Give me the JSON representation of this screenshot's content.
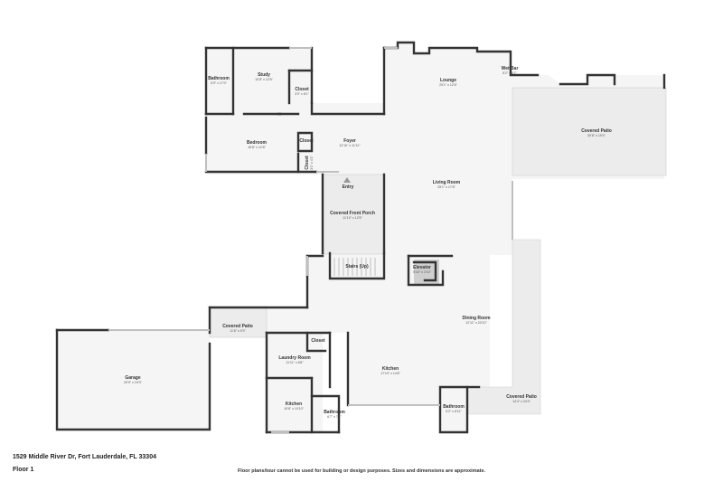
{
  "address": "1529 Middle River Dr, Fort Lauderdale, FL 33304",
  "floor_label": "Floor 1",
  "disclaimer": "Floor plans/tour cannot be used for building or design purposes. Sizes and dimensions are approximate.",
  "colors": {
    "wall": "#333333",
    "floor_fill": "#f5f5f5",
    "patio_fill": "#ececec",
    "elevator_fill": "#cfcfcf",
    "window": "#bfbfbf"
  },
  "rooms": [
    {
      "id": "bathroom-1",
      "name": "Bathroom",
      "dim": "5'0\" x 17'0\""
    },
    {
      "id": "study",
      "name": "Study",
      "dim": "10'8\" x 12'6\""
    },
    {
      "id": "closet-study",
      "name": "Closet",
      "dim": "3'0\" x 8'1\""
    },
    {
      "id": "bedroom",
      "name": "Bedroom",
      "dim": "16'8\" x 12'8\""
    },
    {
      "id": "closet-bedroom",
      "name": "Closet",
      "dim": ""
    },
    {
      "id": "closet-foyer",
      "name": "Closet",
      "dim": "3'1\" x 4'1\""
    },
    {
      "id": "foyer",
      "name": "Foyer",
      "dim": "12'10\" x 11'11\""
    },
    {
      "id": "lounge",
      "name": "Lounge",
      "dim": "25'1\" x 12'6\""
    },
    {
      "id": "wet-bar",
      "name": "Wet Bar",
      "dim": "5'2\" x 6'7\""
    },
    {
      "id": "covered-patio-east",
      "name": "Covered Patio",
      "dim": "30'8\" x 19'4\""
    },
    {
      "id": "entry",
      "name": "Entry",
      "dim": ""
    },
    {
      "id": "living-room",
      "name": "Living Room",
      "dim": "25'1\" x 17'8\""
    },
    {
      "id": "covered-front-porch",
      "name": "Covered Front Porch",
      "dim": "11'10\" x 12'5\""
    },
    {
      "id": "stairs-up",
      "name": "Stairs (Up)",
      "dim": ""
    },
    {
      "id": "elevator",
      "name": "Elevator",
      "dim": "5'10\" x 2'10\""
    },
    {
      "id": "dining-room",
      "name": "Dining Room",
      "dim": "12'11\" x 20'10\""
    },
    {
      "id": "covered-patio-west",
      "name": "Covered Patio",
      "dim": "11'6\" x 9'3\""
    },
    {
      "id": "closet-laundry",
      "name": "Closet",
      "dim": ""
    },
    {
      "id": "laundry-room",
      "name": "Laundry Room",
      "dim": "11'11\" x 8'8\""
    },
    {
      "id": "garage",
      "name": "Garage",
      "dim": "20'9\" x 19'3\""
    },
    {
      "id": "kitchen-large",
      "name": "Kitchen",
      "dim": "17'10\" x 14'6\""
    },
    {
      "id": "kitchen-small",
      "name": "Kitchen",
      "dim": "10'8\" x 10'10\""
    },
    {
      "id": "bathroom-2",
      "name": "Bathroom",
      "dim": "6'7\" x 7'1\""
    },
    {
      "id": "bathroom-3",
      "name": "Bathroom",
      "dim": "5'2\" x 8'11\""
    },
    {
      "id": "covered-patio-south",
      "name": "Covered Patio",
      "dim": "14'4\" x 24'3\""
    }
  ]
}
